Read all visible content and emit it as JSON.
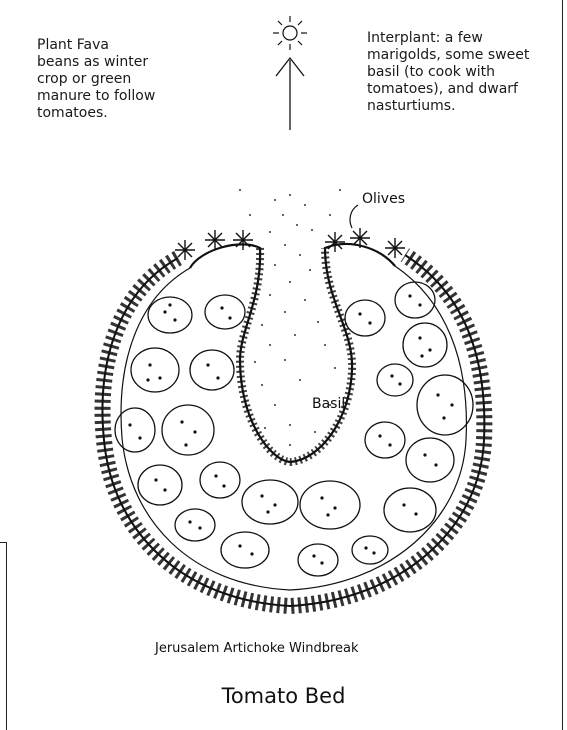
{
  "notes": {
    "winter_crop": "Plant Fava\nbeans as winter\ncrop or green\nmanure to follow\ntomatoes.",
    "interplant": "Interplant: a few\nmarigolds, some sweet\nbasil (to cook with\ntomatoes), and dwarf\nnasturtiums."
  },
  "labels": {
    "olives": "Olives",
    "basil": "Basil",
    "windbreak": "Jerusalem Artichoke Windbreak"
  },
  "title": "Tomato Bed",
  "icons": {
    "north": "sun-icon",
    "arrow": "north-arrow-icon"
  },
  "colors": {
    "ink": "#111111",
    "paper": "#ffffff"
  }
}
